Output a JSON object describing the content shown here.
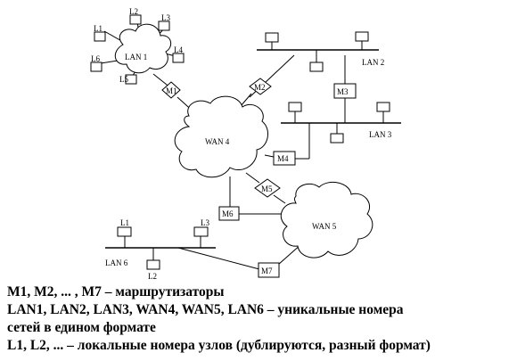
{
  "nodes": {
    "lan1": "LAN 1",
    "lan2": "LAN 2",
    "lan3": "LAN 3",
    "wan4": "WAN 4",
    "wan5": "WAN 5",
    "lan6": "LAN 6",
    "m1": "M1",
    "m2": "M2",
    "m3": "M3",
    "m4": "M4",
    "m5": "M5",
    "m6": "M6",
    "m7": "M7",
    "lan1_hosts": [
      "L1",
      "L2",
      "L3",
      "L4",
      "L5",
      "L6"
    ],
    "lan6_hosts": [
      "L1",
      "L2",
      "L3"
    ]
  },
  "legend": [
    "M1, M2, ... , M7 – маршрутизаторы",
    "LAN1, LAN2, LAN3, WAN4, WAN5, LAN6 – уникальные номера",
    "сетей в едином формате",
    "L1, L2, ... – локальные номера узлов (дублируются, разный формат)"
  ]
}
